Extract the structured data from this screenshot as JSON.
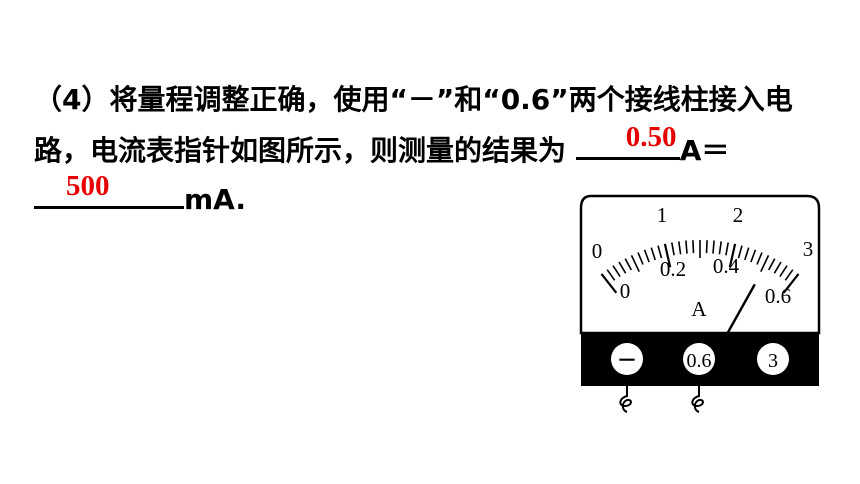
{
  "question": {
    "line1": "（4）将量程调整正确，使用“－”和“0.6”两个接线柱接入电",
    "line2_prefix": "路，电流表指针如图所示，则测量的结果为 ",
    "line2_suffix": "A＝",
    "line3_suffix": "mA."
  },
  "answers": {
    "current_a": "0.50",
    "current_ma": "500"
  },
  "meter": {
    "scale_top_labels": [
      "0",
      "1",
      "2",
      "3"
    ],
    "scale_bottom_labels": [
      "0",
      "0.2",
      "0.4",
      "0.6"
    ],
    "unit_label": "A",
    "terminals": [
      "－",
      "0.6",
      "3"
    ],
    "needle_reading": 0.5,
    "full_scale": 0.6
  },
  "colors": {
    "answer": "#e60000",
    "panel": "#000000"
  }
}
